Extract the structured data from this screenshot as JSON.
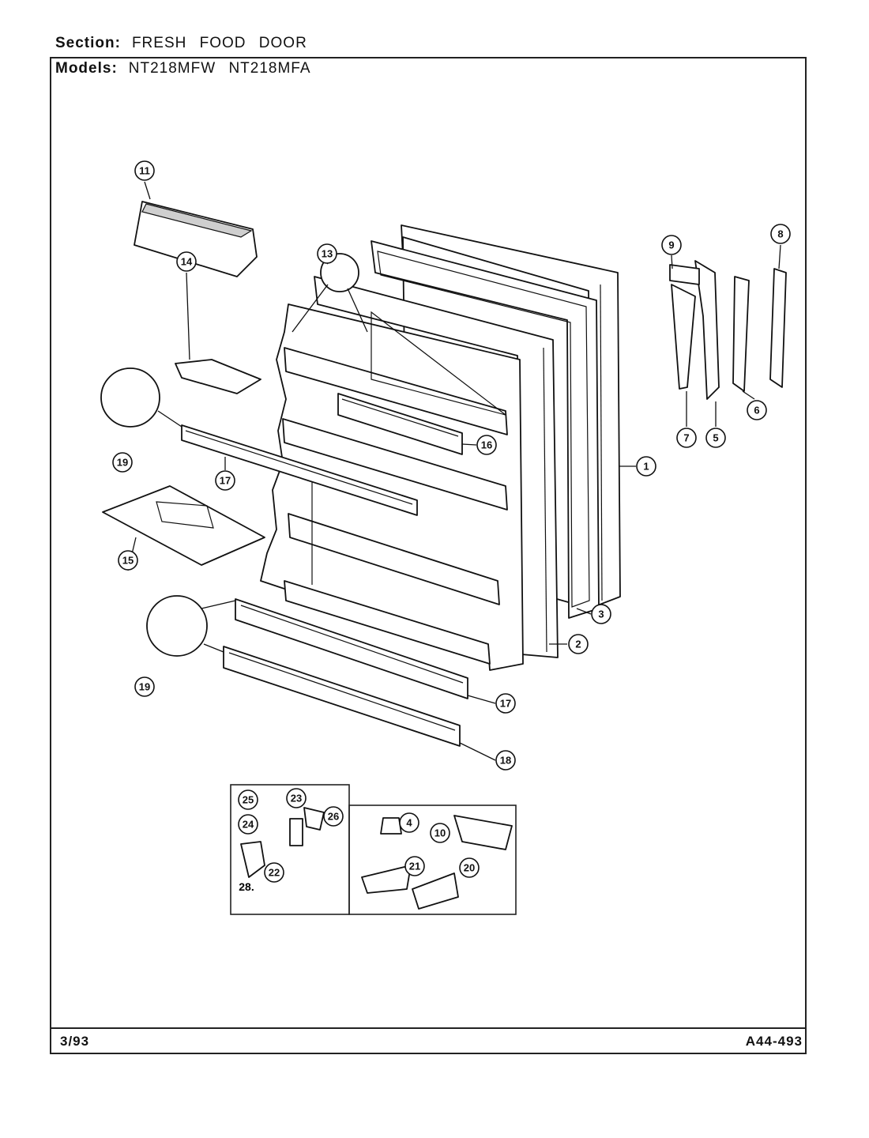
{
  "header": {
    "section_label": "Section:",
    "section_value": "FRESH FOOD DOOR",
    "models_label": "Models:",
    "models_value": "NT218MFW  NT218MFA"
  },
  "footer": {
    "date": "3/93",
    "doc_number": "A44-493"
  },
  "callouts": {
    "c1": "1",
    "c2": "2",
    "c3": "3",
    "c4": "4",
    "c5": "5",
    "c6": "6",
    "c7": "7",
    "c8": "8",
    "c9": "9",
    "c10": "10",
    "c11": "11",
    "c13": "13",
    "c14": "14",
    "c15": "15",
    "c16": "16",
    "c17a": "17",
    "c17b": "17",
    "c18": "18",
    "c19a": "19",
    "c19b": "19",
    "c20": "20",
    "c21": "21",
    "c22": "22",
    "c23": "23",
    "c24": "24",
    "c25": "25",
    "c26": "26",
    "c28": "28."
  }
}
